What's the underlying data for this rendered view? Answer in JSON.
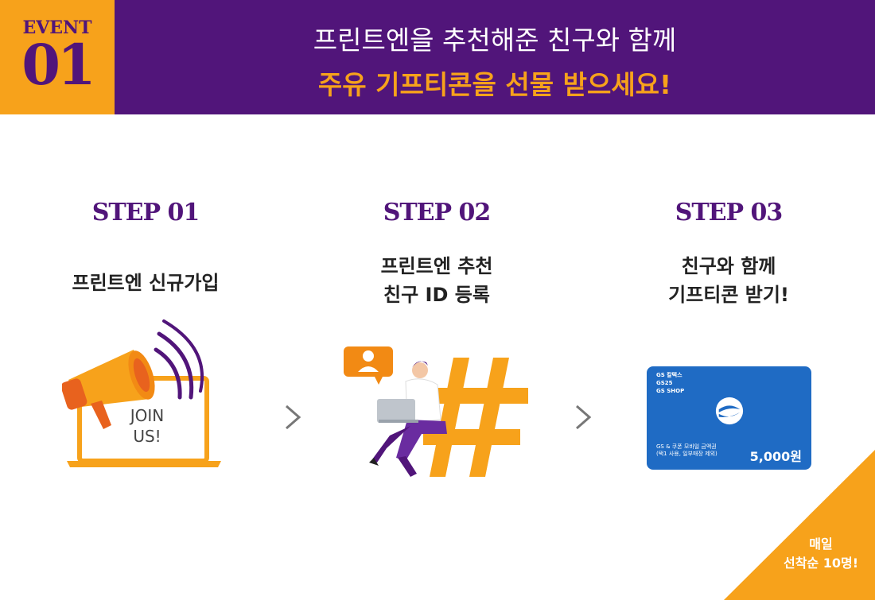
{
  "header": {
    "event_label": "EVENT",
    "event_number": "01",
    "headline_line1": "프린트엔을 추천해준 친구와 함께",
    "headline_line2": "주유 기프티콘을 선물 받으세요!"
  },
  "steps": [
    {
      "title": "STEP 01",
      "lines": [
        "프린트엔 신규가입"
      ],
      "illustration_text": [
        "JOIN",
        "US!"
      ]
    },
    {
      "title": "STEP 02",
      "lines": [
        "프린트엔 추천",
        "친구 ID 등록"
      ]
    },
    {
      "title": "STEP 03",
      "lines": [
        "친구와 함께",
        "기프티콘 받기!"
      ]
    }
  ],
  "gift_card": {
    "brands": [
      "GS 칼텍스",
      "GS25",
      "GS SHOP"
    ],
    "description": [
      "GS & 쿠폰 모바일 금액권",
      "(택1 사용, 일부매장 제외)"
    ],
    "amount": "5,000원",
    "color": "#1f6bc4"
  },
  "corner_badge": {
    "line1": "매일",
    "line2": "선착순 10명!"
  },
  "colors": {
    "purple": "#51157a",
    "orange": "#f7a21b"
  },
  "icons": [
    "megaphone-icon",
    "chevron-right-icon",
    "hashtag-icon",
    "user-chat-icon",
    "gift-card-logo-icon"
  ]
}
